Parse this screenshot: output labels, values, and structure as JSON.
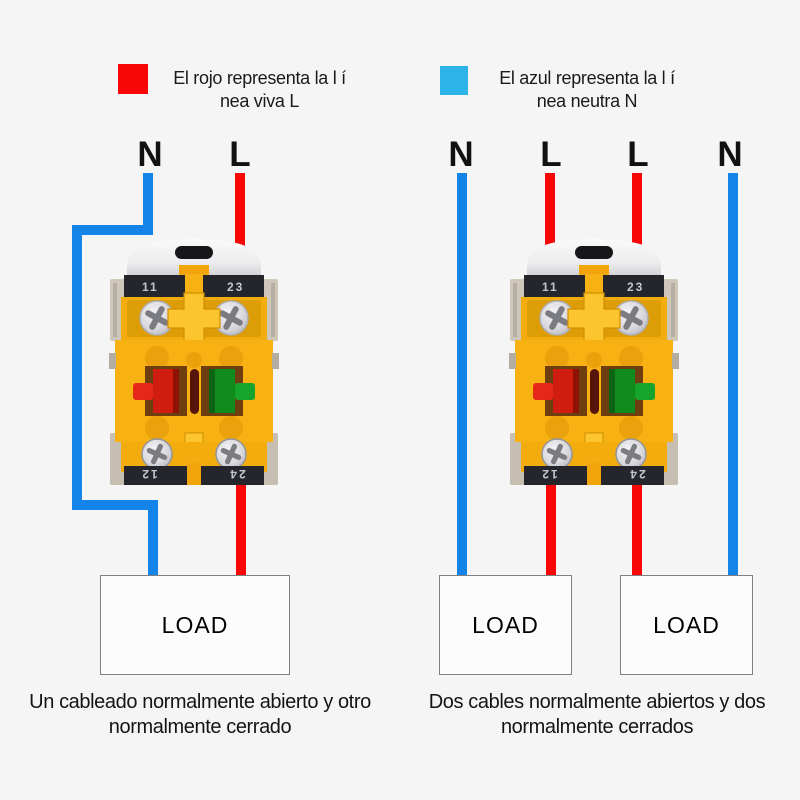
{
  "page": {
    "background": "#f5f5f6"
  },
  "legend": {
    "red": {
      "swatch_color": "#f80707",
      "line1": "El rojo representa la l í",
      "line2": "nea viva L"
    },
    "blue": {
      "swatch_color": "#2cb3e8",
      "line1": "El azul representa la l í",
      "line2": "nea neutra N"
    }
  },
  "colors": {
    "live_wire_red": "#f80707",
    "neutral_wire_blue": "#1484e8",
    "switch_body_yellow": "#f7b112",
    "switch_band_black": "#25262b"
  },
  "switch_terminals": {
    "top_left": "11",
    "top_right": "23",
    "bottom_left": "12",
    "bottom_right": "24"
  },
  "left_diagram": {
    "labels": [
      "N",
      "L"
    ],
    "load_label": "LOAD",
    "caption_line1": "Un cableado normalmente abierto y otro",
    "caption_line2": "normalmente cerrado"
  },
  "right_diagram": {
    "labels": [
      "N",
      "L",
      "L",
      "N"
    ],
    "load_labels": [
      "LOAD",
      "LOAD"
    ],
    "caption_line1": "Dos cables normalmente abiertos y dos",
    "caption_line2": "normalmente cerrados"
  }
}
